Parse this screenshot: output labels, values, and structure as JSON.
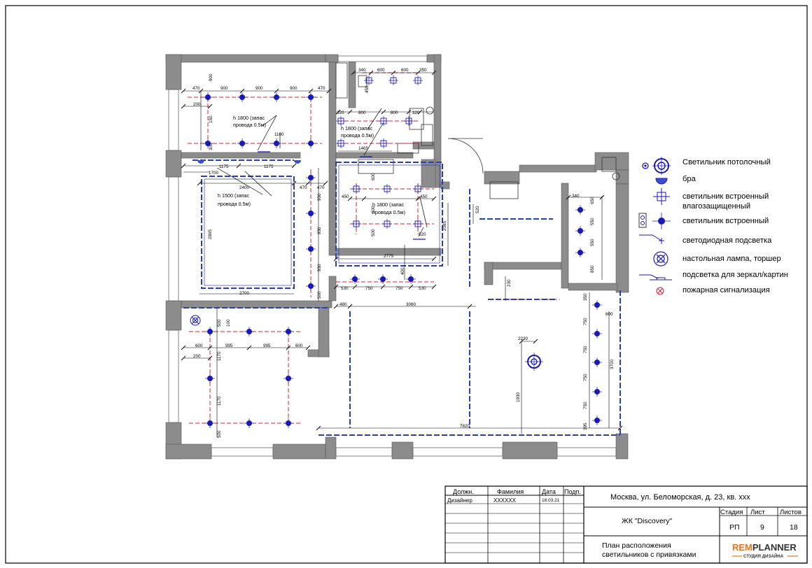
{
  "plan": {
    "dims": {
      "top_row_1": [
        "470",
        "900",
        "900",
        "900",
        "470"
      ],
      "top_left_200": "200",
      "v_900": "900",
      "v_150": "150",
      "v_300": "300",
      "h1100": "1100",
      "d1175a": "1175",
      "d1175b": "1175",
      "d1700": "1700",
      "d2400": "2400",
      "d470a": "470",
      "d470b": "470",
      "d2865": "2865",
      "d2700": "2700",
      "d930a": "930",
      "d930b": "930",
      "d930c": "930",
      "d500a": "500",
      "bath_top": [
        "340",
        "600",
        "600",
        "350"
      ],
      "bath_450": "450",
      "bath2_row": [
        "320",
        "800",
        "800",
        "320"
      ],
      "d1465": "1465",
      "d600v": "600",
      "ww_450a": "450",
      "ww_450b": "450",
      "ww_600": "600",
      "ww_500": "500",
      "ww_520": "520",
      "d2085": "2085",
      "d2775": "2775",
      "d520v": "520",
      "d400": "400",
      "hall_row": [
        "530",
        "750",
        "750",
        "530"
      ],
      "d230": "230",
      "d480": "480",
      "d3060": "3060",
      "d2230": "2230",
      "d1930": "1930",
      "d7820": "7820",
      "r340": "340",
      "r650": "650",
      "r550a": "550",
      "r550b": "550",
      "r850": "850",
      "r350": "350",
      "r600": "600",
      "r750a": "750",
      "r750b": "750",
      "r750c": "750",
      "r750d": "750",
      "r395": "395",
      "d3700": "3700",
      "bed2_row": [
        "600",
        "995",
        "995",
        "600"
      ],
      "bed2_200": "200",
      "bed2_500": "500",
      "bed2_100": "100",
      "bed2_1170a": "1170",
      "bed2_1170b": "1170",
      "bed2_500b": "500"
    },
    "notes": {
      "n1_l1": "h 1800 (запас",
      "n1_l2": "провода 0.5м)",
      "n2_l1": "h 1800 (запас",
      "n2_l2": "провода 0.5м)",
      "n3_l1": "h 1500 (запас",
      "n3_l2": "провода 0.5м)",
      "n4_l1": "h 1800 (запас",
      "n4_l2": "провода 0.5м)"
    }
  },
  "legend": [
    {
      "key": "ceiling",
      "label": "Светильник потолочный"
    },
    {
      "key": "sconce",
      "label": "бра"
    },
    {
      "key": "wet",
      "label": "светильник встроенный\nвлагозащищенный"
    },
    {
      "key": "builtin",
      "label": "светильник встроенный"
    },
    {
      "key": "led",
      "label": "светодиодная подсветка"
    },
    {
      "key": "lamp",
      "label": "настольная лампа, торшер"
    },
    {
      "key": "mirror",
      "label": "подсветка для зеркал/картин"
    },
    {
      "key": "fire",
      "label": "пожарная сигнализация"
    }
  ],
  "title_block": {
    "col_post": "Должн.",
    "col_surname": "Фамилия",
    "col_date": "Дата",
    "col_sign": "Подп.",
    "row_post": "Дизайнер",
    "row_surname": "XXXXXX",
    "row_date": "18.03.21",
    "address": "Москва, ул. Беломорская, д. 23, кв. ххх",
    "complex": "ЖК \"Discovery\"",
    "stage_h": "Стадия",
    "sheet_h": "Лист",
    "sheets_h": "Листов",
    "stage": "РП",
    "sheet": "9",
    "sheets": "18",
    "drawing_title_1": "План расположения",
    "drawing_title_2": "светильников с привязками",
    "brand_rem": "REM",
    "brand_planner": "PLANNER",
    "brand_sub": "СТУДИЯ ДИЗАЙНА"
  },
  "colors": {
    "wall": "#8c8c8c",
    "dim": "#000000",
    "axis_red": "#e0202a",
    "lamp_blue": "#1a1ab4",
    "led_blue": "#2a3fb0",
    "fire_red": "#d22030"
  }
}
